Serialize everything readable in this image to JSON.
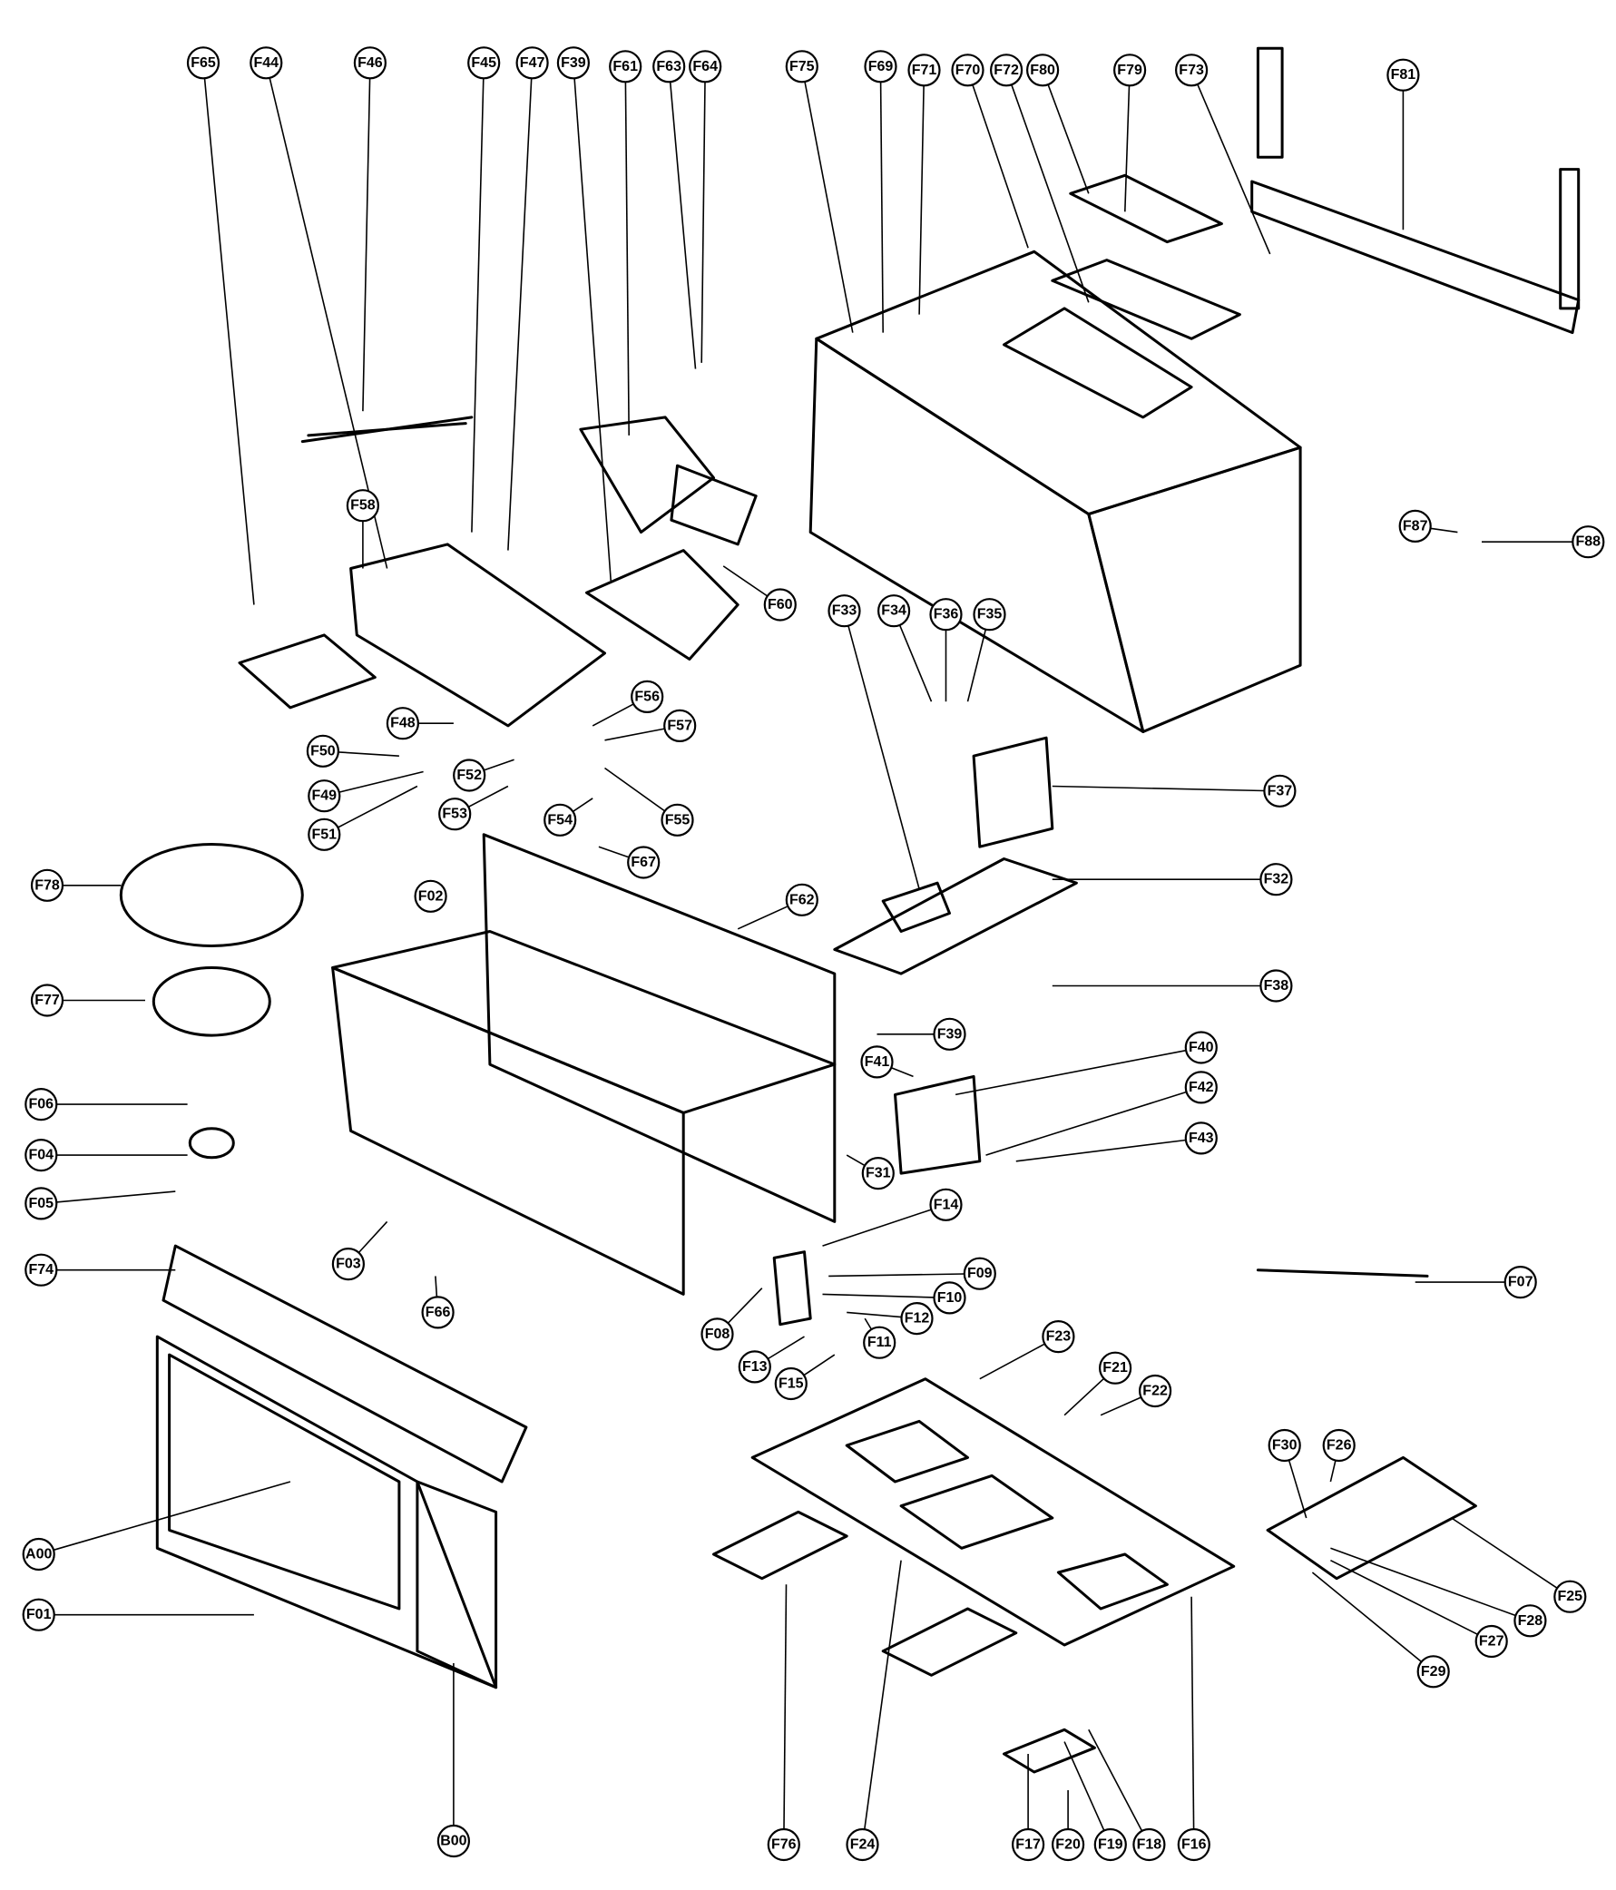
{
  "callouts": [
    "F65",
    "F44",
    "F46",
    "F45",
    "F47",
    "F39",
    "F61",
    "F63",
    "F64",
    "F75",
    "F69",
    "F71",
    "F70",
    "F72",
    "F80",
    "F79",
    "F73",
    "F81",
    "F58",
    "F60",
    "F33",
    "F34",
    "F36",
    "F35",
    "F87",
    "F88",
    "F48",
    "F56",
    "F57",
    "F50",
    "F52",
    "F49",
    "F53",
    "F51",
    "F54",
    "F55",
    "F37",
    "F32",
    "F78",
    "F02",
    "F67",
    "F62",
    "F77",
    "F38",
    "F39",
    "F40",
    "F41",
    "F42",
    "F43",
    "F31",
    "F06",
    "F04",
    "F05",
    "F03",
    "F14",
    "F09",
    "F10",
    "F12",
    "F11",
    "F13",
    "F15",
    "F08",
    "F74",
    "F66",
    "F07",
    "F23",
    "F21",
    "F22",
    "F30",
    "F26",
    "A00",
    "F01",
    "F25",
    "F28",
    "F27",
    "F29",
    "B00",
    "F76",
    "F24",
    "F17",
    "F20",
    "F19",
    "F18",
    "F16"
  ]
}
